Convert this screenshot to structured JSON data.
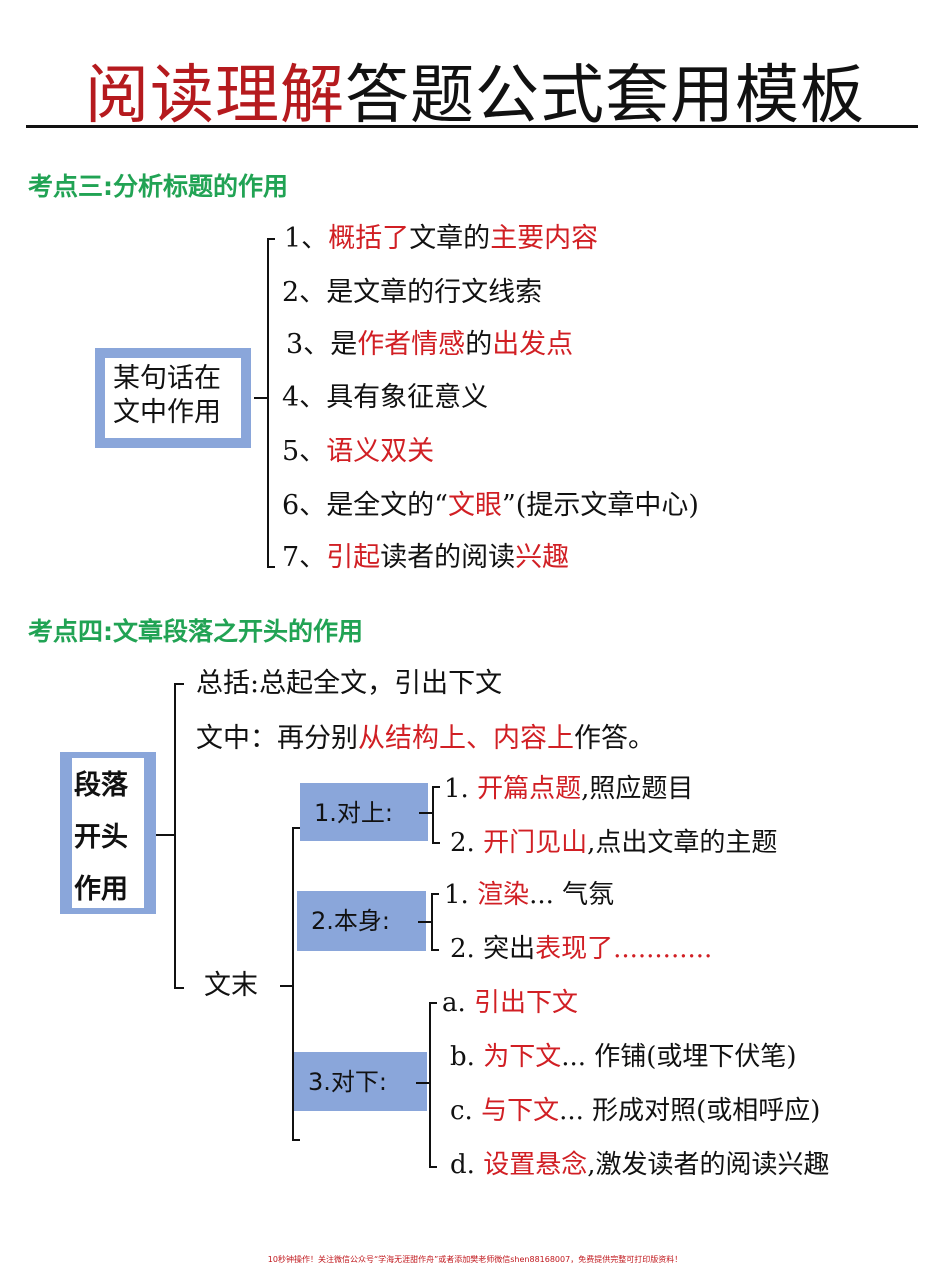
{
  "title": {
    "highlight": "阅读理解",
    "rest": "答题公式套用模板"
  },
  "section3": {
    "heading": "考点三:分析标题的作用",
    "box_lines": [
      "某句话在",
      "文中作用"
    ],
    "items": [
      {
        "num": "1、",
        "parts": [
          {
            "t": "概括了",
            "red": true
          },
          {
            "t": "文章的",
            "red": false
          },
          {
            "t": "主要内容",
            "red": true
          }
        ]
      },
      {
        "num": "2、",
        "parts": [
          {
            "t": "是文章的行文线索",
            "red": false
          }
        ]
      },
      {
        "num": "3、",
        "parts": [
          {
            "t": "是",
            "red": false
          },
          {
            "t": "作者情感",
            "red": true
          },
          {
            "t": "的",
            "red": false
          },
          {
            "t": "出发点",
            "red": true
          }
        ]
      },
      {
        "num": "4、",
        "parts": [
          {
            "t": "具有象征意义",
            "red": false
          }
        ]
      },
      {
        "num": "5、",
        "parts": [
          {
            "t": "语义双关",
            "red": true
          }
        ]
      },
      {
        "num": "6、",
        "parts": [
          {
            "t": "是全文的“",
            "red": false
          },
          {
            "t": "文眼",
            "red": true
          },
          {
            "t": "”(提示文章中心)",
            "red": false
          }
        ]
      },
      {
        "num": "7、",
        "parts": [
          {
            "t": "引起",
            "red": true
          },
          {
            "t": "读者的阅读",
            "red": false
          },
          {
            "t": "兴趣",
            "red": true
          }
        ]
      }
    ]
  },
  "section4": {
    "heading": "考点四:文章段落之开头的作用",
    "box_lines": [
      "段落",
      "开头",
      "作用"
    ],
    "summary": {
      "parts": [
        {
          "t": "总括:总起全文，引出下文",
          "red": false
        }
      ]
    },
    "middle": {
      "parts": [
        {
          "t": "文中：再分别",
          "red": false
        },
        {
          "t": "从结构上、内容上",
          "red": true
        },
        {
          "t": "作答。",
          "red": false
        }
      ]
    },
    "end_label": "文末",
    "groups": [
      {
        "tag": "1.对上:",
        "items": [
          {
            "num": "1. ",
            "parts": [
              {
                "t": "开篇点题",
                "red": true
              },
              {
                "t": ",照应题目",
                "red": false
              }
            ]
          },
          {
            "num": "2. ",
            "parts": [
              {
                "t": "开门见山",
                "red": true
              },
              {
                "t": ",点出文章的主题",
                "red": false
              }
            ]
          }
        ]
      },
      {
        "tag": "2.本身:",
        "items": [
          {
            "num": "1. ",
            "parts": [
              {
                "t": "渲染",
                "red": true
              },
              {
                "t": "... 气氛",
                "red": false
              }
            ]
          },
          {
            "num": "2. ",
            "parts": [
              {
                "t": "突出",
                "red": false
              },
              {
                "t": "表现了............",
                "red": true
              }
            ]
          }
        ]
      },
      {
        "tag": "3.对下:",
        "items": [
          {
            "num": "a. ",
            "parts": [
              {
                "t": "引出下文",
                "red": true
              }
            ]
          },
          {
            "num": "b. ",
            "parts": [
              {
                "t": "为下文",
                "red": true
              },
              {
                "t": "... 作铺(或埋下伏笔)",
                "red": false
              }
            ]
          },
          {
            "num": "c. ",
            "parts": [
              {
                "t": "与下文",
                "red": true
              },
              {
                "t": "... 形成对照(或相呼应)",
                "red": false
              }
            ]
          },
          {
            "num": "d. ",
            "parts": [
              {
                "t": "设置悬念",
                "red": true
              },
              {
                "t": ",激发读者的阅读兴趣",
                "red": false
              }
            ]
          }
        ]
      }
    ]
  },
  "footer": "10秒钟操作！关注微信公众号“学海无涯甜作舟”或者添加樊老师微信shen88168007，免费提供完整可打印版资料！",
  "colors": {
    "title_red": "#b51a1e",
    "accent_red": "#d11f24",
    "heading_green": "#21a354",
    "box_blue": "#8aa6da"
  }
}
